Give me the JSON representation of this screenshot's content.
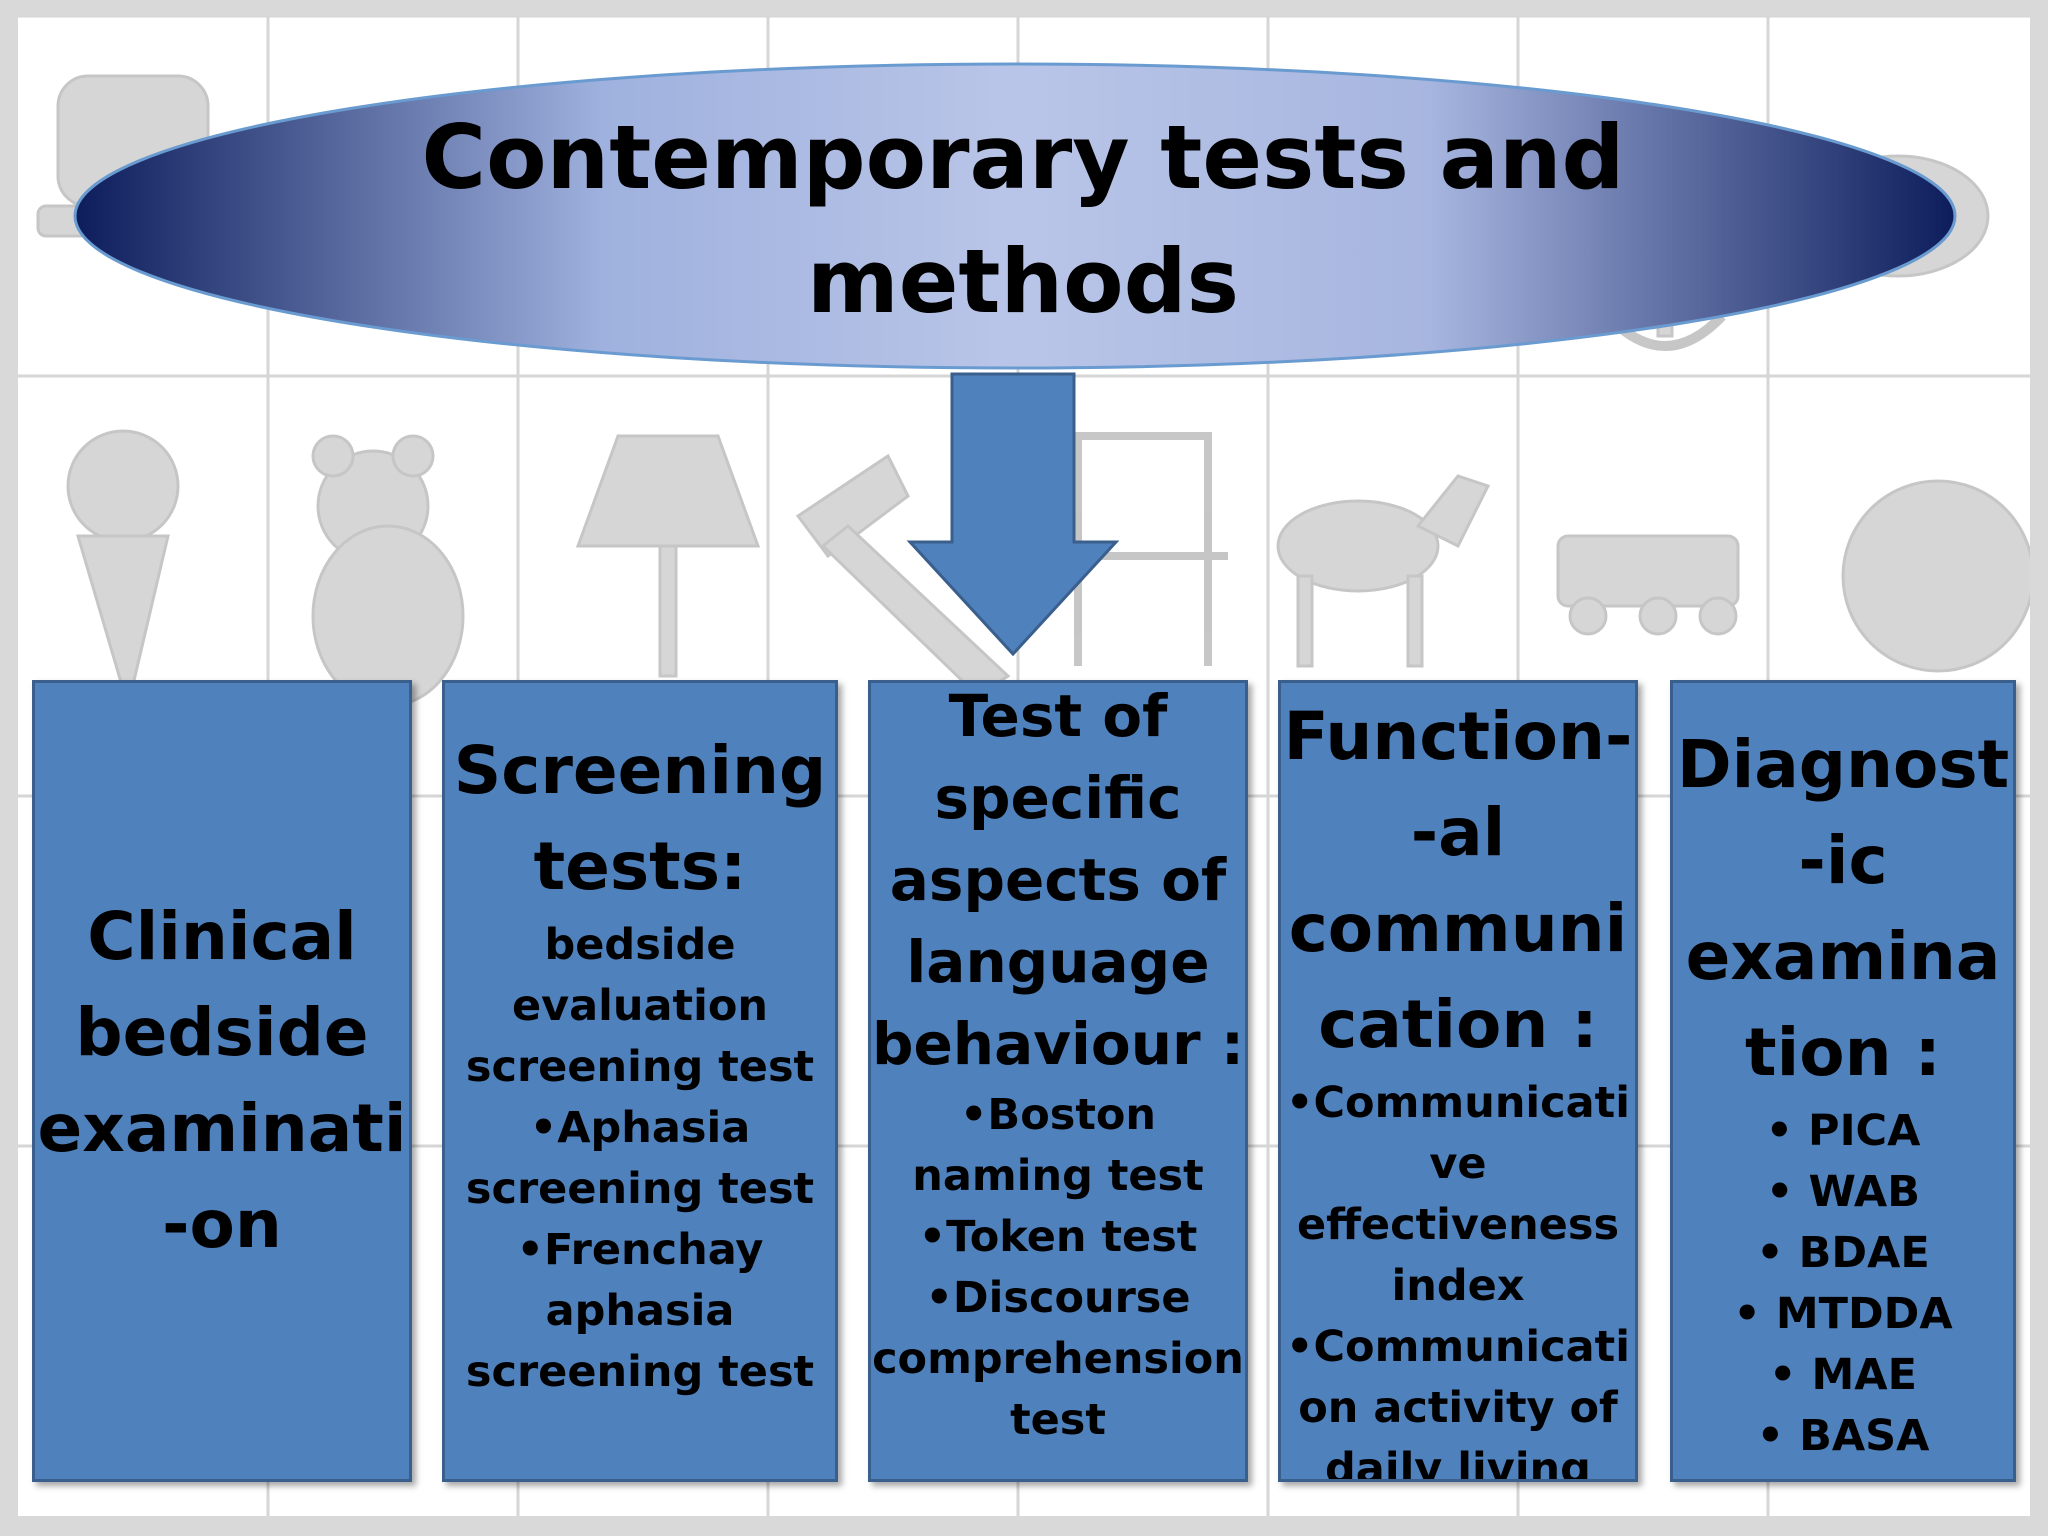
{
  "title": {
    "lines": [
      "Contemporary tests and",
      "methods"
    ]
  },
  "colors": {
    "box_fill": "#4f81bd",
    "box_border": "#3a5f8c",
    "ellipse_dark": "#0d1d5c",
    "ellipse_light": "#b6c2e6",
    "arrow_fill": "#4f81bd",
    "background_icons": "#c8c8c8"
  },
  "background_icons": [
    "toaster-icon",
    "anchor-icon",
    "teapot-icon",
    "ice-cream-icon",
    "teddy-bear-icon",
    "lamp-icon",
    "hammer-icon",
    "chair-icon",
    "zebra-icon",
    "train-icon",
    "lion-icon"
  ],
  "boxes": [
    {
      "id": "clinical",
      "head": [
        "Clinical",
        "bedside",
        "examinati",
        "-on"
      ],
      "items": []
    },
    {
      "id": "screening",
      "head": [
        "Screening",
        "tests:"
      ],
      "items": [
        "bedside",
        "evaluation",
        "screening test",
        "•Aphasia",
        "screening test",
        "•Frenchay",
        "aphasia",
        "screening test"
      ]
    },
    {
      "id": "specific",
      "head": [
        "Test of",
        "specific",
        "aspects of",
        "language",
        "behaviour :"
      ],
      "items": [
        "•Boston",
        "naming test",
        "•Token test",
        "•Discourse",
        "comprehension",
        "test"
      ]
    },
    {
      "id": "functional",
      "head": [
        "Function-",
        "-al",
        "communi",
        "cation  :"
      ],
      "items": [
        "•Communicati",
        "ve",
        "effectiveness",
        "index",
        "•Communicati",
        "on activity of",
        "daily  living"
      ]
    },
    {
      "id": "diagnostic",
      "head": [
        "Diagnost",
        "-ic",
        "examina",
        "tion :"
      ],
      "items": [
        "• PICA",
        "• WAB",
        "• BDAE",
        "• MTDDA",
        "• MAE",
        "• BASA"
      ]
    }
  ]
}
